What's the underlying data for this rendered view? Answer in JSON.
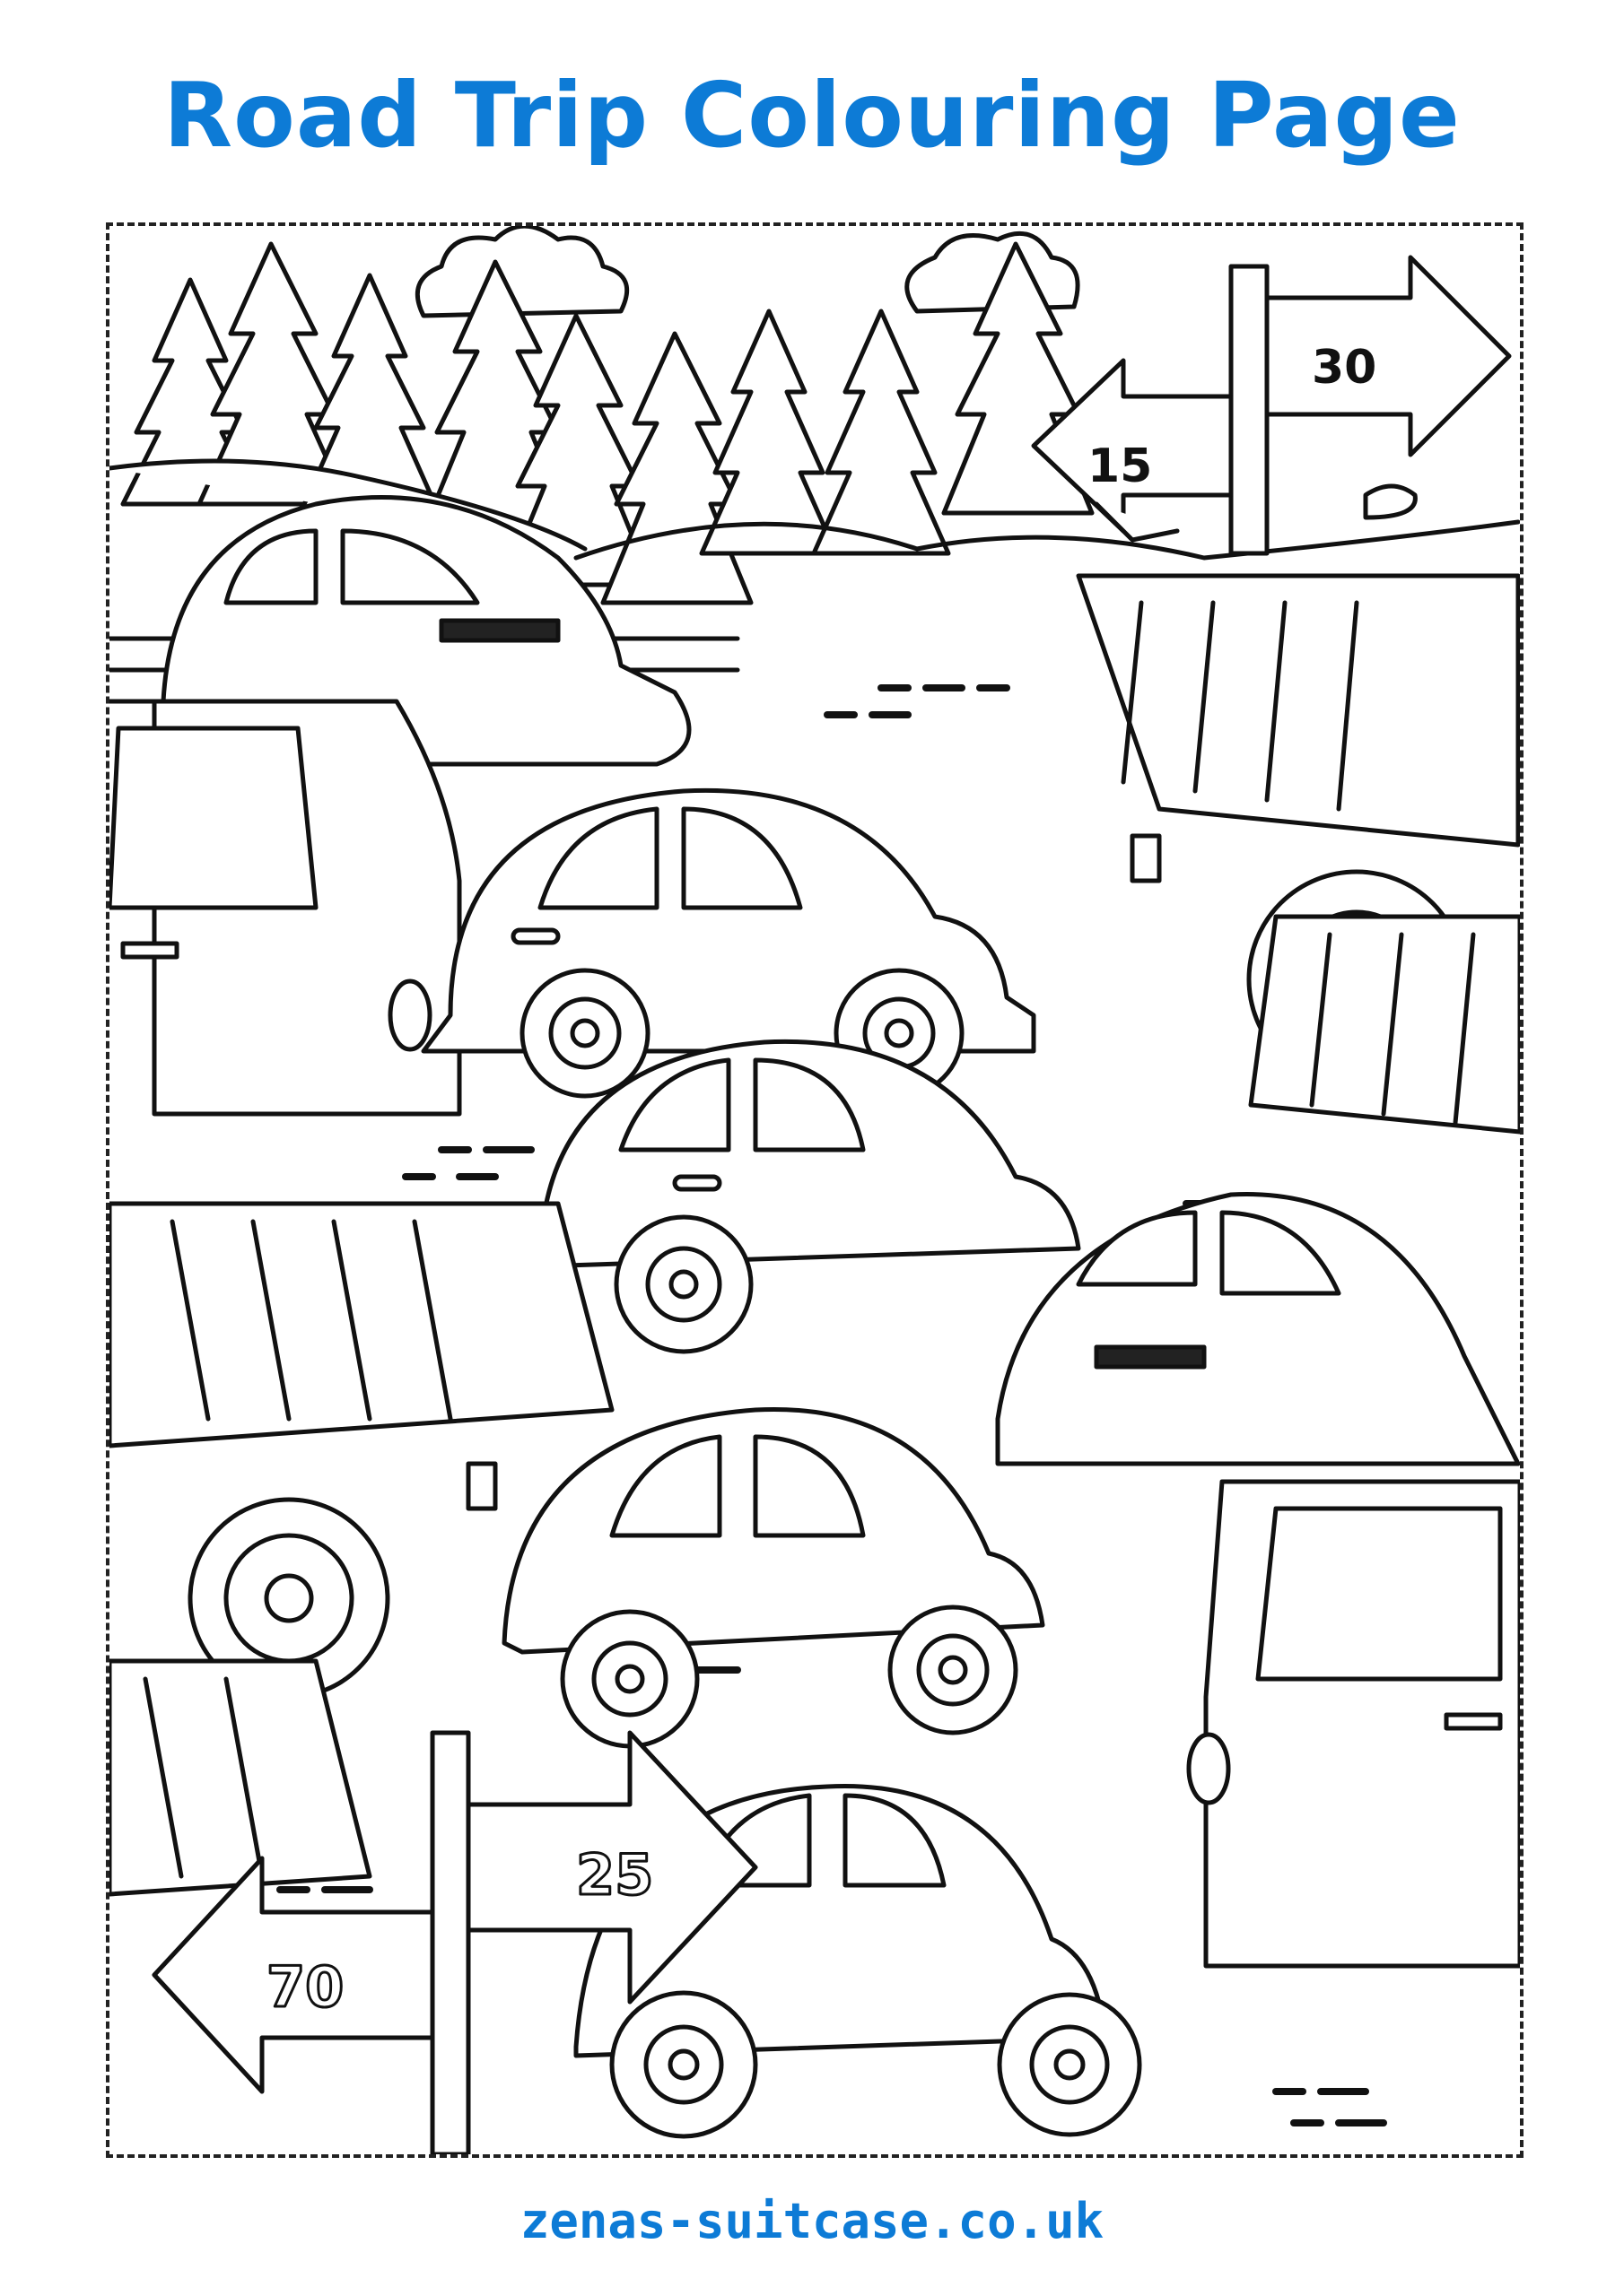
{
  "page": {
    "title": "Road Trip Colouring Page",
    "footer": "zenas-suitcase.co.uk",
    "title_color": "#0d7bd6",
    "line_color": "#111111"
  },
  "signs": {
    "top_right": "30",
    "top_left": "15",
    "bottom_right": "25",
    "bottom_left": "70"
  }
}
